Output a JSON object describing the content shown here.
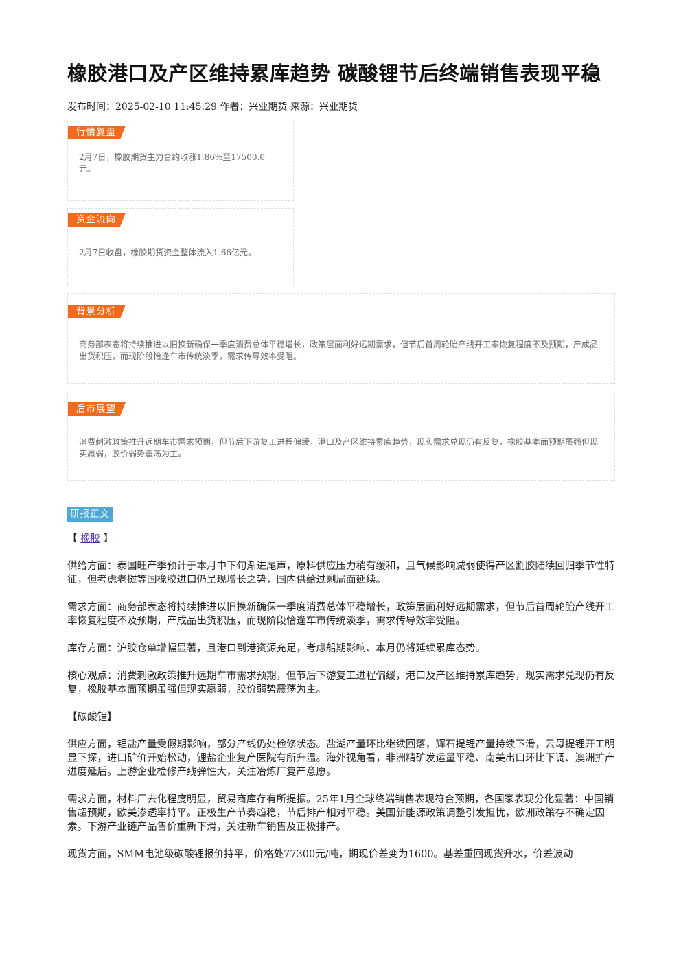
{
  "article": {
    "title": "橡胶港口及产区维持累库趋势 碳酸锂节后终端销售表现平稳",
    "meta": {
      "publish_label": "发布时间：",
      "publish_time": "2025-02-10 11:45:29",
      "author_label": " 作者：",
      "author": "兴业期货",
      "source_label": " 来源：",
      "source": "兴业期货"
    }
  },
  "boxes": [
    {
      "tag": "行情复盘",
      "text": "2月7日，橡胶期货主力合约收涨1.86%至17500.0元。"
    },
    {
      "tag": "资金流向",
      "text": "2月7日收盘，橡胶期货资金整体流入1.66亿元。"
    },
    {
      "tag": "背景分析",
      "text": "商务部表态将持续推进以旧换新确保一季度消费总体平稳增长，政策层面利好远期需求，但节后首周轮胎产线开工率恢复程度不及预期，产成品出货积压，而现阶段恰逢车市传统淡季，需求传导效率受阻。"
    },
    {
      "tag": "后市展望",
      "text": "消费刺激政策推升远期车市需求预期，但节后下游复工进程偏缓，港口及产区维持累库趋势，现实需求兑现仍有反复，橡胶基本面预期虽强但现实羸弱，胶价弱势震荡为主。"
    }
  ],
  "report": {
    "section_label": "研报正文",
    "rubber": {
      "bracket_open": "【 ",
      "link": "橡胶",
      "bracket_close": " 】",
      "paras": [
        "供给方面：泰国旺产季预计于本月中下旬渐进尾声，原料供应压力稍有缓和，且气候影响减弱使得产区割胶陆续回归季节性特征，但考虑老挝等国橡胶进口仍呈现增长之势，国内供给过剩局面延续。",
        "需求方面：商务部表态将持续推进以旧换新确保一季度消费总体平稳增长，政策层面利好远期需求，但节后首周轮胎产线开工率恢复程度不及预期，产成品出货积压，而现阶段恰逢车市传统淡季，需求传导效率受阻。",
        "库存方面：沪胶仓单增幅显著，且港口到港资源充足，考虑船期影响、本月仍将延续累库态势。",
        "核心观点：消费刺激政策推升远期车市需求预期，但节后下游复工进程偏缓，港口及产区维持累库趋势，现实需求兑现仍有反复，橡胶基本面预期虽强但现实羸弱，胶价弱势震荡为主。"
      ]
    },
    "lithium": {
      "heading": "【碳酸锂】",
      "paras": [
        "供应方面，锂盐产量受假期影响，部分产线仍处检修状态。盐湖产量环比继续回落，辉石提锂产量持续下滑，云母提锂开工明显下探，进口矿价开始松动，锂盐企业复产医院有所升温。海外视角看，非洲精矿发运量平稳、南美出口环比下调、澳洲扩产进度延后。上游企业检修产线弹性大，关注冶炼厂复产意愿。",
        "需求方面，材料厂去化程度明显，贸易商库存有所提振。25年1月全球终端销售表现符合预期，各国家表现分化显著：中国销售超预期，欧美渗透率持平。正极生产节奏趋稳，节后排产相对平稳。美国新能源政策调整引发担忧，欧洲政策存不确定因素。下游产业链产品售价重新下滑，关注新车销售及正极排产。",
        "现货方面，SMM电池级碳酸锂报价持平，价格处77300元/吨，期现价差变为1600。基差重回现货升水，价差波动"
      ]
    }
  }
}
